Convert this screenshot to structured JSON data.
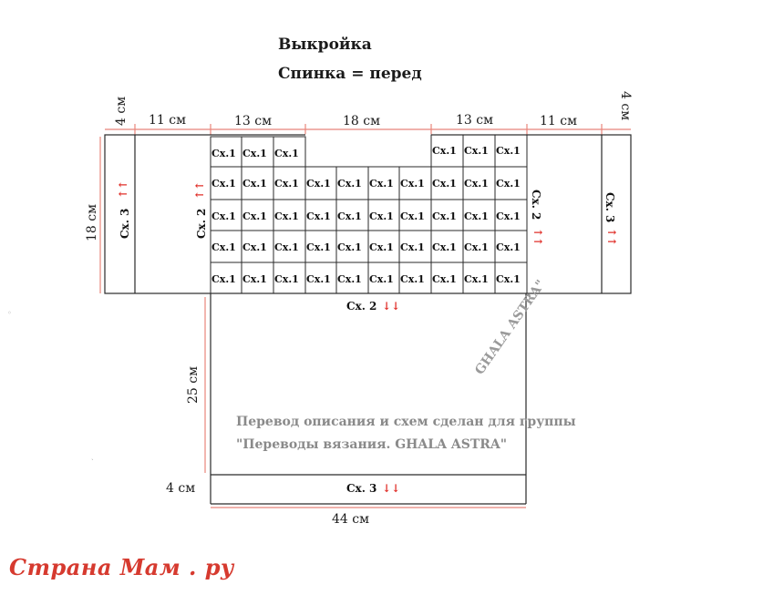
{
  "title": {
    "line1": "Выкройка",
    "line2": "Спинка = перед"
  },
  "dimensions": {
    "top_left_4": "4 см",
    "top_11_left": "11 см",
    "top_13_left": "13 см",
    "top_18": "18 см",
    "top_13_right": "13 см",
    "top_11_right": "11 см",
    "top_right_4": "4 см",
    "side_18": "18 см",
    "body_25": "25 см",
    "bottom_4": "4 см",
    "bottom_44": "44 см"
  },
  "schemes": {
    "cell": "Сх.1",
    "sch2_left": "Сх. 2",
    "sch2_right": "Сх. 2",
    "sch3_left": "Сх. 3",
    "sch3_right": "Сх. 3",
    "sch2_bottom": "Сх. 2",
    "sch3_hem": "Сх. 3"
  },
  "arrows": {
    "up": "↑↑",
    "down": "↓↓"
  },
  "note": {
    "line1": "Перевод описания и схем сделан для группы",
    "line2": "\"Переводы вязания. GHALA ASTRA\""
  },
  "watermark": "GHALA ASTRA\"",
  "site_logo": {
    "part1": "Страна Мам",
    "part2": " . ру"
  },
  "colors": {
    "outline": "#2a2a2a",
    "dimension_line": "#e8857a",
    "arrow": "#e0302a",
    "note": "#8a8a8a",
    "logo": "#d63a2f"
  }
}
